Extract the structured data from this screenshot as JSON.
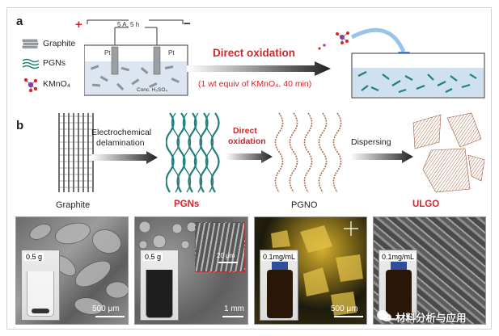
{
  "panel_a": {
    "letter": "a",
    "plus": "+",
    "minus": "−",
    "power_label": "5 A, 5 h",
    "electrode_left": "Pt",
    "electrode_right": "Pt",
    "acid_label": "Conc. H₂SO₄",
    "legend": [
      {
        "label": "Graphite",
        "icon": "graphite-icon"
      },
      {
        "label": "PGNs",
        "icon": "pgns-icon"
      },
      {
        "label": "KMnO₄",
        "icon": "kmno4-icon"
      }
    ],
    "arrow_title": "Direct oxidation",
    "arrow_subtitle": "(1 wt equiv of KMnO₄, 40 min)"
  },
  "panel_b": {
    "letter": "b",
    "steps": [
      {
        "line1": "Electrochemical",
        "line2": "delamination"
      },
      {
        "line1": "Direct",
        "line2": "oxidation"
      },
      {
        "line1": "Dispersing",
        "line2": ""
      }
    ],
    "materials": [
      "Graphite",
      "PGNs",
      "PGNO",
      "ULGO"
    ]
  },
  "micrographs": [
    {
      "badge": "0.5 g",
      "scale": "500 μm",
      "inset_scale": ""
    },
    {
      "badge": "0.5 g",
      "scale": "1 mm",
      "inset_scale": "20 μm"
    },
    {
      "badge": "0.1mg/mL",
      "scale": "500 μm",
      "inset_scale": ""
    },
    {
      "badge": "0.1mg/mL",
      "scale": "",
      "inset_scale": ""
    }
  ],
  "watermark": "材料分析与应用",
  "colors": {
    "accent_red": "#d1262b",
    "pgn_green": "#1f7f7a",
    "pgno_brown": "#b06a4a",
    "solution_blue": "#cfe0f0"
  }
}
